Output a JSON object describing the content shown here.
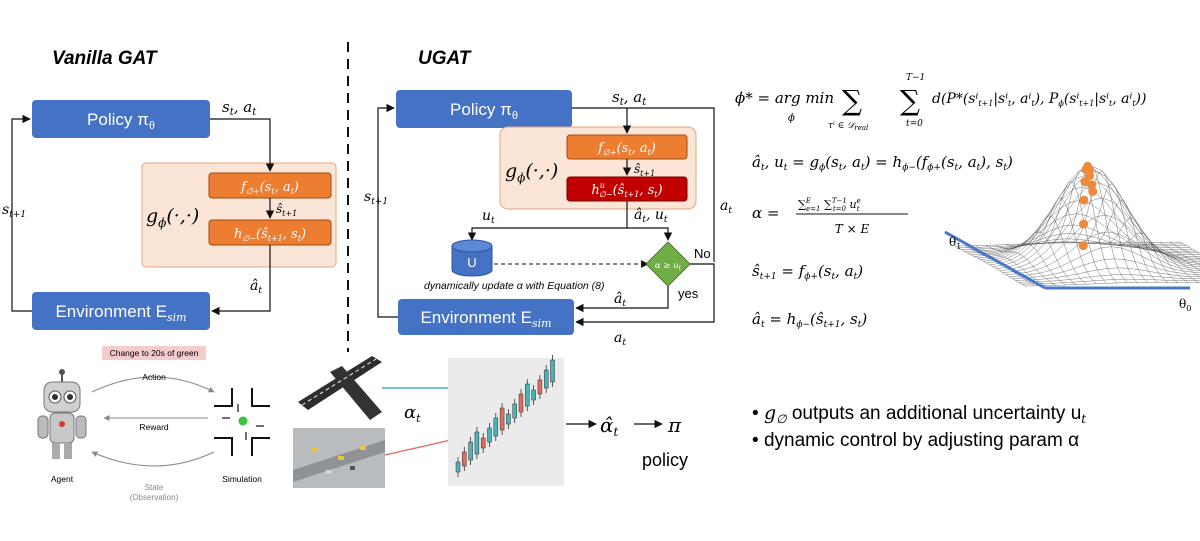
{
  "vanilla": {
    "title": "Vanilla GAT",
    "policy_label": "Policy π",
    "policy_sub": "θ",
    "g_label": "g",
    "g_sub": "ϕ",
    "g_args": "(·,·)",
    "f_box": "f",
    "f_sub": "∅+",
    "f_args": "(s",
    "f_args2": "t",
    "f_args3": ", a",
    "f_args4": "t",
    "f_args5": ")",
    "h_box": "h",
    "h_sub": "∅−",
    "h_args": "(ŝ",
    "h_args2": "t+1",
    "h_args3": ", s",
    "h_args4": "t",
    "h_args5": ")",
    "env_label": "Environment E",
    "env_sub": "sim",
    "edge_sa": "s",
    "edge_sa_sub": "t",
    "edge_sa_2": ", a",
    "edge_sa_sub2": "t",
    "edge_s_next": "s",
    "edge_s_next_sub": "t+1",
    "edge_shat": "ŝ",
    "edge_shat_sub": "t+1",
    "edge_ahat": "â",
    "edge_ahat_sub": "t"
  },
  "ugat": {
    "title": "UGAT",
    "policy_label": "Policy π",
    "policy_sub": "θ",
    "g_label": "g",
    "g_sub": "ϕ",
    "g_args": "(·,·)",
    "f_box": "f",
    "f_sub": "∅+",
    "f_args": "(s",
    "f_args2": "t",
    "f_args3": ", a",
    "f_args4": "t",
    "f_args5": ")",
    "h_box": "h",
    "h_sup": "u",
    "h_sub": "∅−",
    "h_args": "(ŝ",
    "h_args2": "t+1",
    "h_args3": ", s",
    "h_args4": "t",
    "h_args5": ")",
    "env_label": "Environment E",
    "env_sub": "sim",
    "edge_sa": "s",
    "edge_sa_sub": "t",
    "edge_sa_2": ", a",
    "edge_sa_sub2": "t",
    "edge_s_next": "s",
    "edge_s_next_sub": "t+1",
    "edge_shat": "ŝ",
    "edge_shat_sub": "t+1",
    "edge_ahat_ut": "â",
    "edge_ahat_ut_sub": "t",
    "edge_ahat_ut_2": ", u",
    "edge_ahat_ut_sub2": "t",
    "edge_ut": "u",
    "edge_ut_sub": "t",
    "edge_at_right": "a",
    "edge_at_right_sub": "t",
    "edge_ahat": "â",
    "edge_ahat_sub": "t",
    "edge_at_bottom": "a",
    "edge_at_bottom_sub": "t",
    "u_label": "U",
    "decision": "α ≥ u",
    "decision_sub": "t",
    "no_label": "No",
    "yes_label": "yes",
    "dynamic_note": "dynamically update α with Equation (8)"
  },
  "equations": {
    "phi_lhs": "ϕ* = arg min",
    "phi_under": "ϕ",
    "phi_sum1_under": "τⁱ ∈ 𝒟",
    "phi_sum1_under_sub": "real",
    "phi_sum2_top": "T−1",
    "phi_sum2_under": "t=0",
    "phi_rhs": "d(P*(sⁱ",
    "phi_rhs_sub1": "t+1",
    "phi_rhs_2": "|sⁱ",
    "phi_rhs_sub2": "t",
    "phi_rhs_3": ", aⁱ",
    "phi_rhs_sub3": "t",
    "phi_rhs_4": "), P",
    "phi_rhs_sub4": "ϕ",
    "phi_rhs_5": "(sⁱ",
    "phi_rhs_sub5": "t+1",
    "phi_rhs_6": "|sⁱ",
    "phi_rhs_sub6": "t",
    "phi_rhs_7": ", aⁱ",
    "phi_rhs_sub7": "t",
    "phi_rhs_8": "))",
    "eq_g": "â",
    "eq_g_b": "t",
    "eq_g_c": ", u",
    "eq_g_d": "t",
    "eq_g_e": " = g",
    "eq_g_f": "ϕ",
    "eq_g_g": "(s",
    "eq_g_h": "t",
    "eq_g_i": ", a",
    "eq_g_j": "t",
    "eq_g_k": ") = h",
    "eq_g_l": "ϕ−",
    "eq_g_m": "(f",
    "eq_g_n": "ϕ+",
    "eq_g_o": "(s",
    "eq_g_p": "t",
    "eq_g_q": ", a",
    "eq_g_r": "t",
    "eq_g_s": "), s",
    "eq_g_t": "t",
    "eq_g_u": ")",
    "alpha_lhs": "α =",
    "alpha_num": "∑",
    "alpha_num_a": "E",
    "alpha_num_b": "e=1",
    "alpha_num_c": " ∑",
    "alpha_num_d": "T−1",
    "alpha_num_e": "t=0",
    "alpha_num_f": " u",
    "alpha_num_g": "e",
    "alpha_num_h": "t",
    "alpha_den": "T × E",
    "eq_s": "ŝ",
    "eq_s_b": "t+1",
    "eq_s_c": " = f",
    "eq_s_d": "ϕ+",
    "eq_s_e": "(s",
    "eq_s_f": "t",
    "eq_s_g": ", a",
    "eq_s_h": "t",
    "eq_s_i": ")",
    "eq_a": "â",
    "eq_a_b": "t",
    "eq_a_c": " = h",
    "eq_a_d": "ϕ−",
    "eq_a_e": "(ŝ",
    "eq_a_f": "t+1",
    "eq_a_g": ", s",
    "eq_a_h": "t",
    "eq_a_i": ")"
  },
  "surface": {
    "theta1": "θ",
    "theta1_sub": "1",
    "theta0": "θ",
    "theta0_sub": "0"
  },
  "rl_loop": {
    "banner": "Change to 20s of green",
    "action": "Action",
    "reward": "Reward",
    "state": "State",
    "observation": "(Observation)",
    "agent": "Agent",
    "simulation": "Simulation"
  },
  "pipeline": {
    "alpha": "α",
    "alpha_sub": "t",
    "ahat": "α̂",
    "ahat_sub": "t",
    "pi": "π",
    "policy": "policy"
  },
  "bullets": [
    {
      "pre": "g",
      "pre_sub": "∅",
      "text": " outputs an additional uncertainty u",
      "post_sub": "t"
    },
    {
      "pre": "",
      "pre_sub": "",
      "text": "dynamic control by adjusting param α",
      "post_sub": ""
    }
  ],
  "colors": {
    "blue_box": "#4472c4",
    "orange_box": "#ed7d31",
    "red_box": "#c00000",
    "peach_bg": "#fbe5d6",
    "green_diamond": "#70ad47",
    "banner_bg": "#f4cccc"
  }
}
